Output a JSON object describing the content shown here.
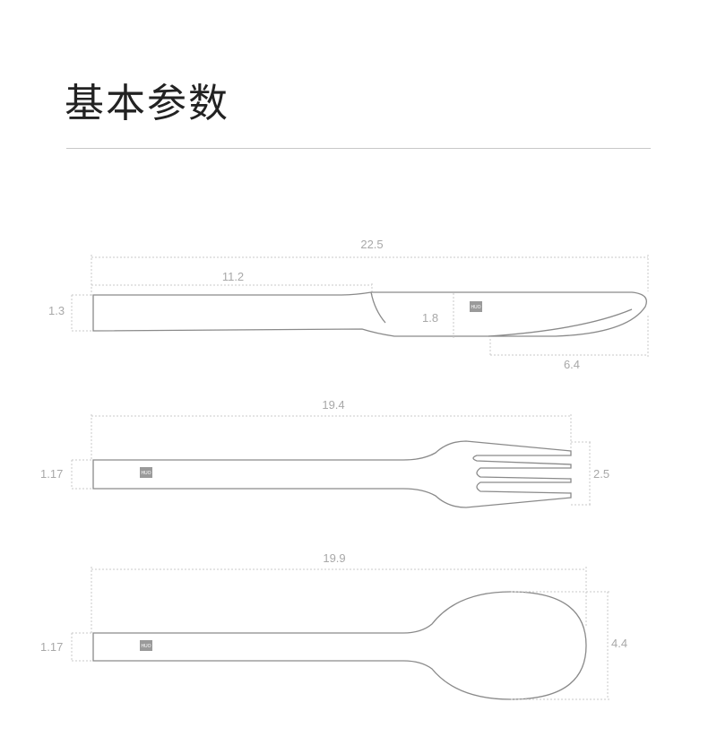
{
  "header": {
    "title": "基本参数"
  },
  "logo_text": "HUO",
  "knife": {
    "total_length": "22.5",
    "handle_length": "11.2",
    "handle_thickness": "1.3",
    "blade_width": "1.8",
    "tip_length": "6.4"
  },
  "fork": {
    "total_length": "19.4",
    "handle_thickness": "1.17",
    "head_width": "2.5"
  },
  "spoon": {
    "total_length": "19.9",
    "handle_thickness": "1.17",
    "bowl_width": "4.4"
  }
}
